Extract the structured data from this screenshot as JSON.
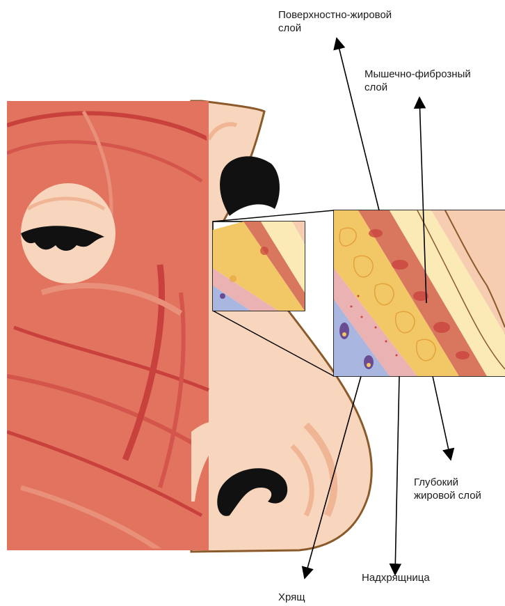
{
  "labels": {
    "superficial_fat": {
      "line1": "Поверхностно-жировой",
      "line2": "слой"
    },
    "musculo_fibrous": {
      "line1": "Мышечно-фиброзный",
      "line2": "слой"
    },
    "deep_fat": {
      "line1": "Глубокий",
      "line2": "жировой слой"
    },
    "periosteum": {
      "line1": "Надхрящница"
    },
    "cartilage": {
      "line1": "Хрящ"
    }
  },
  "colors": {
    "muscle": "#e2735f",
    "muscle_dark": "#c9413d",
    "skin": "#f8d6bd",
    "skin_shade": "#efb594",
    "fat_yellow": "#f2c766",
    "fat_outline": "#e3a23b",
    "superficial_fat": "#fbeab6",
    "dermis": "#f6cdb0",
    "periosteum": "#eab2b2",
    "cartilage": "#a9b6e0",
    "outline": "#8b5a2b",
    "text": "#1a1a1a"
  }
}
